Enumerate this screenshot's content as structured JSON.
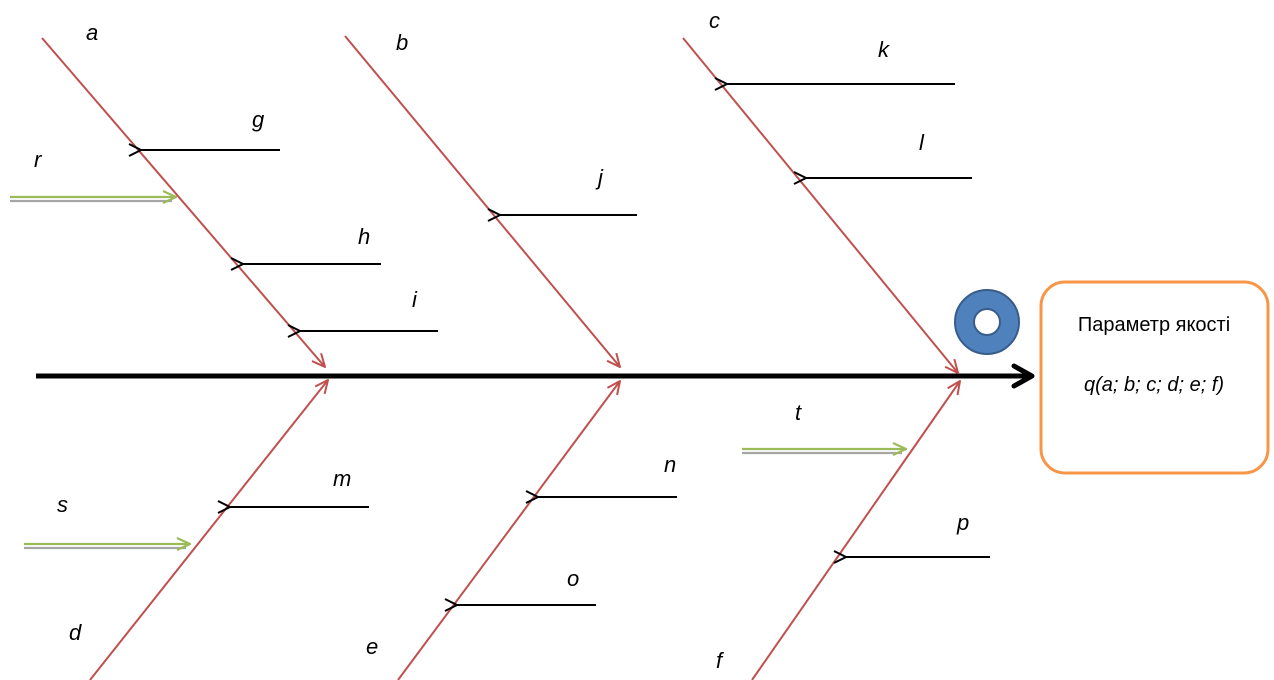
{
  "colors": {
    "spine": "#000000",
    "bone": "#c0504d",
    "cause_arrow": "#000000",
    "external_arrow_top": "#9bbb59",
    "external_arrow_bottom": "#a6a6a6",
    "box_border": "#f79646",
    "ring_fill": "#4f81bd",
    "ring_stroke": "#385d8a"
  },
  "icon": "ring-icon",
  "labels": {
    "a": "a",
    "b": "b",
    "c": "c",
    "d": "d",
    "e": "e",
    "f": "f",
    "g": "g",
    "h": "h",
    "i": "i",
    "j": "j",
    "k": "k",
    "l": "l",
    "m": "m",
    "n": "n",
    "o": "o",
    "p": "p",
    "r": "r",
    "s": "s",
    "t": "t"
  },
  "result_box": {
    "title": "Параметр якості",
    "formula": "q(a; b; c; d; e; f)"
  }
}
